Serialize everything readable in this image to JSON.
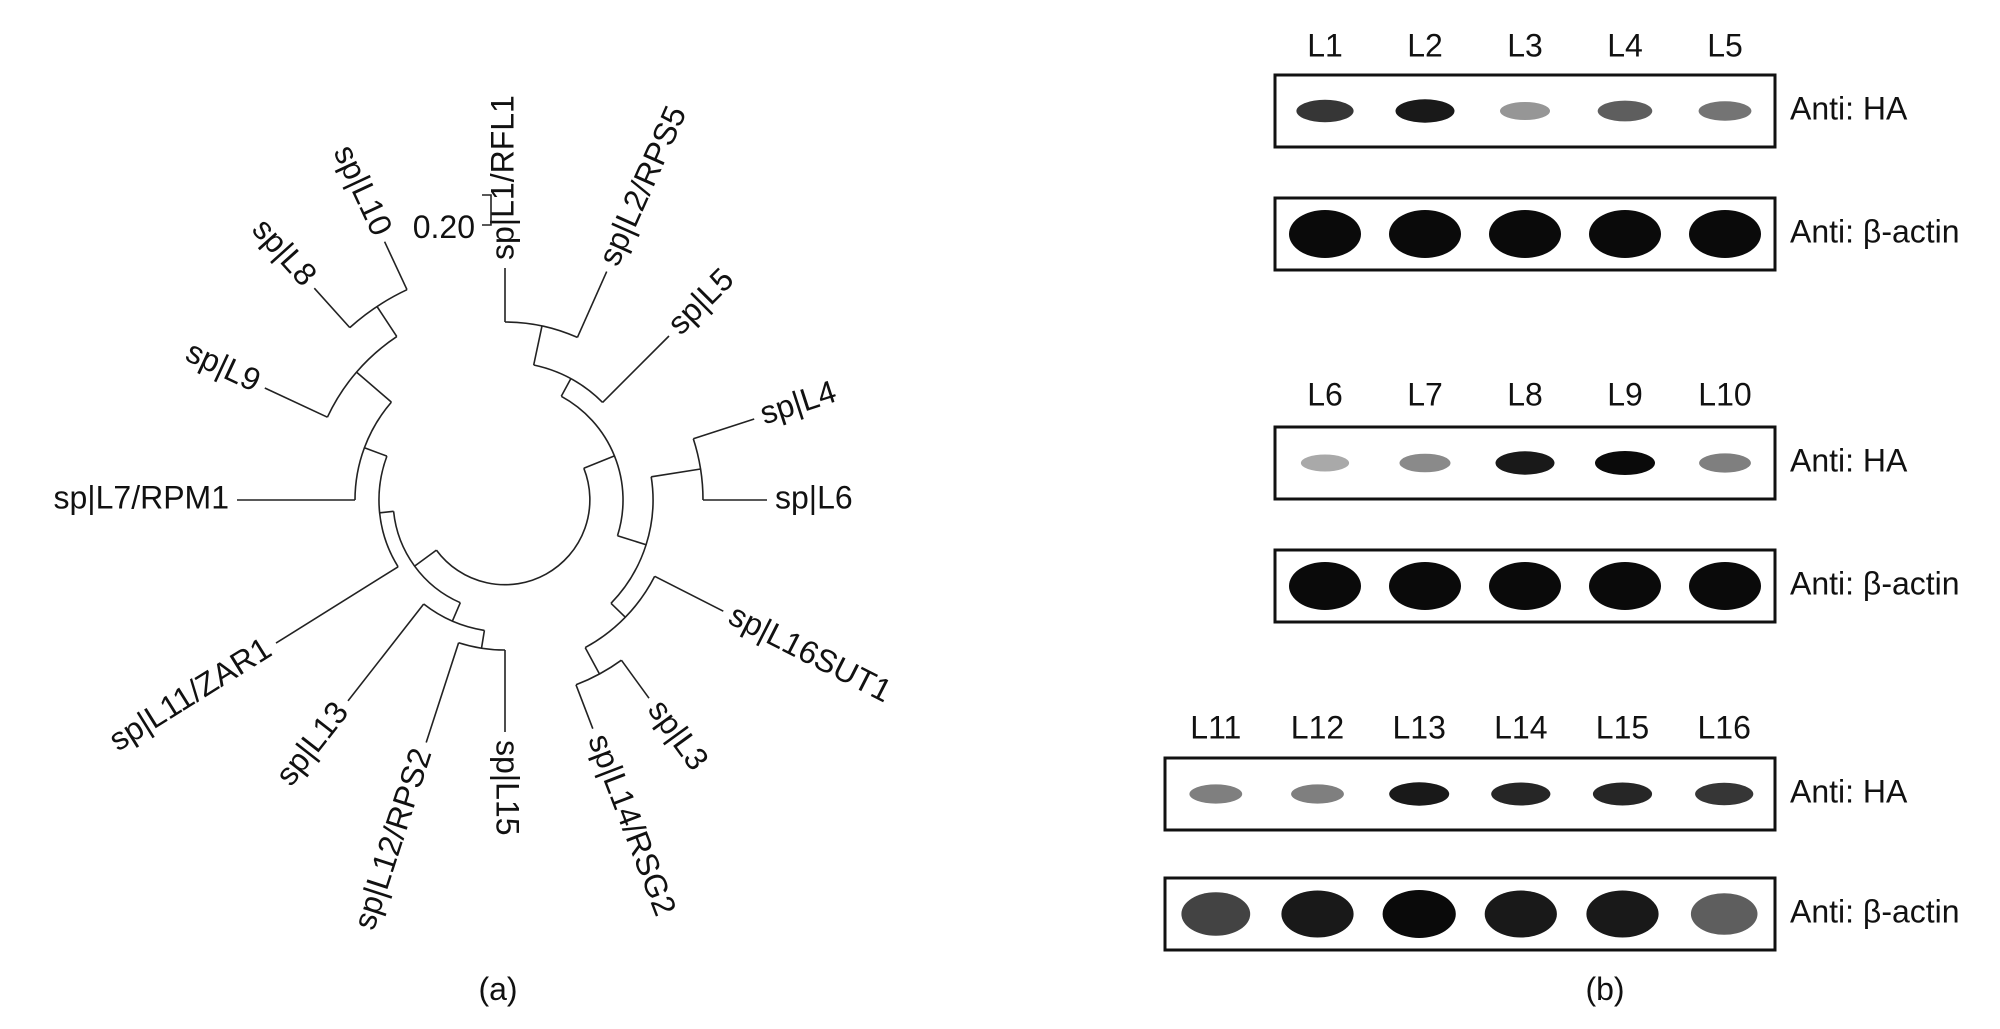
{
  "panel_a": {
    "caption": "(a)",
    "scale_bar_label": "0.20",
    "leaves": [
      {
        "id": "L1",
        "label": "sp|L1/RFL1"
      },
      {
        "id": "L2",
        "label": "sp|L2/RPS5"
      },
      {
        "id": "L5",
        "label": "sp|L5"
      },
      {
        "id": "L4",
        "label": "sp|L4"
      },
      {
        "id": "L6",
        "label": "sp|L6"
      },
      {
        "id": "L16",
        "label": "sp|L16SUT1"
      },
      {
        "id": "L3",
        "label": "sp|L3"
      },
      {
        "id": "L14",
        "label": "sp|L14/RSG2"
      },
      {
        "id": "L15",
        "label": "sp|L15"
      },
      {
        "id": "L12",
        "label": "sp|L12/RPS2"
      },
      {
        "id": "L13",
        "label": "sp|L13"
      },
      {
        "id": "L11",
        "label": "sp|L11/ZAR1"
      },
      {
        "id": "L7",
        "label": "sp|L7/RPM1"
      },
      {
        "id": "L9",
        "label": "sp|L9"
      },
      {
        "id": "L8",
        "label": "sp|L8"
      },
      {
        "id": "L10",
        "label": "sp|L10"
      }
    ]
  },
  "panel_b": {
    "caption": "(b)",
    "blots": [
      {
        "lanes": [
          "L1",
          "L2",
          "L3",
          "L4",
          "L5"
        ],
        "rows": [
          {
            "antibody": "Anti: HA",
            "intensities": [
              0.85,
              0.95,
              0.45,
              0.7,
              0.6
            ]
          },
          {
            "antibody": "Anti: β-actin",
            "intensities": [
              1.0,
              1.0,
              1.0,
              1.0,
              1.0
            ]
          }
        ]
      },
      {
        "lanes": [
          "L6",
          "L7",
          "L8",
          "L9",
          "L10"
        ],
        "rows": [
          {
            "antibody": "Anti: HA",
            "intensities": [
              0.35,
              0.5,
              0.95,
              1.0,
              0.55
            ]
          },
          {
            "antibody": "Anti: β-actin",
            "intensities": [
              1.0,
              1.0,
              1.0,
              1.0,
              1.0
            ]
          }
        ]
      },
      {
        "lanes": [
          "L11",
          "L12",
          "L13",
          "L14",
          "L15",
          "L16"
        ],
        "rows": [
          {
            "antibody": "Anti: HA",
            "intensities": [
              0.55,
              0.55,
              0.95,
              0.9,
              0.9,
              0.85
            ]
          },
          {
            "antibody": "Anti: β-actin",
            "intensities": [
              0.8,
              0.95,
              1.0,
              0.95,
              0.95,
              0.7
            ]
          }
        ]
      }
    ]
  }
}
